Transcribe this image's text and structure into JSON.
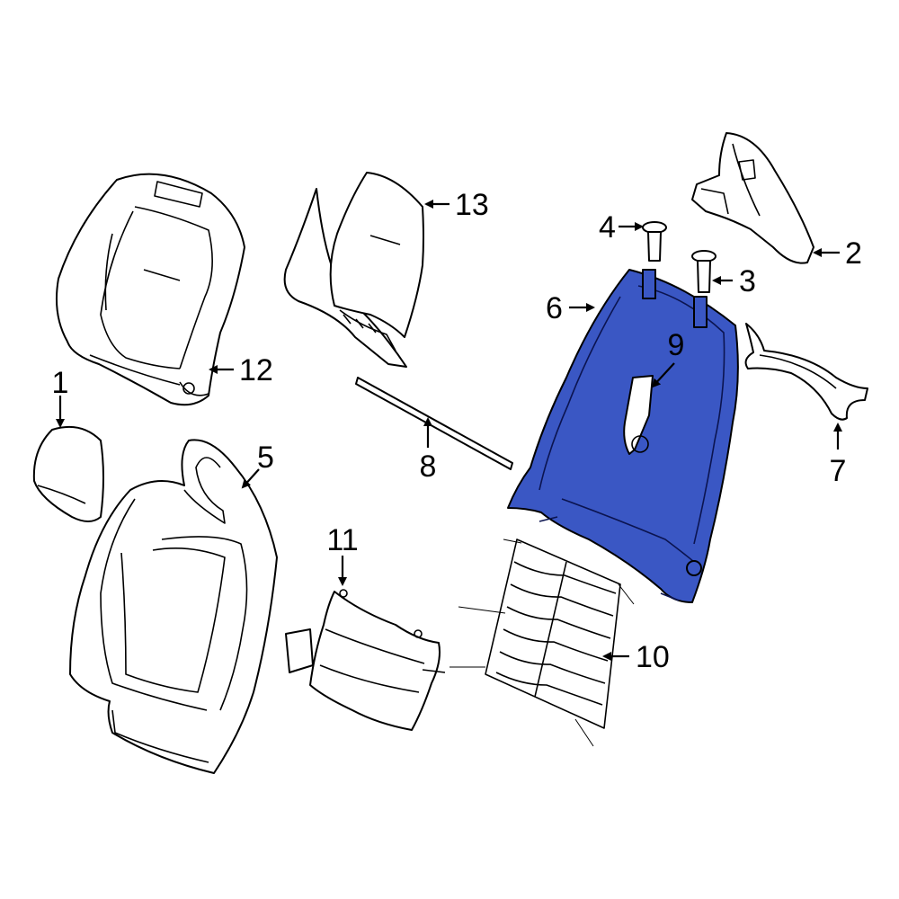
{
  "diagram": {
    "highlight_color": "#3a57c4",
    "highlighted_part": "6",
    "callouts": [
      {
        "id": "c1",
        "label": "1"
      },
      {
        "id": "c2",
        "label": "2"
      },
      {
        "id": "c3",
        "label": "3"
      },
      {
        "id": "c4",
        "label": "4"
      },
      {
        "id": "c5",
        "label": "5"
      },
      {
        "id": "c6",
        "label": "6"
      },
      {
        "id": "c7",
        "label": "7"
      },
      {
        "id": "c8",
        "label": "8"
      },
      {
        "id": "c9",
        "label": "9"
      },
      {
        "id": "c10",
        "label": "10"
      },
      {
        "id": "c11",
        "label": "11"
      },
      {
        "id": "c12",
        "label": "12"
      },
      {
        "id": "c13",
        "label": "13"
      }
    ]
  }
}
